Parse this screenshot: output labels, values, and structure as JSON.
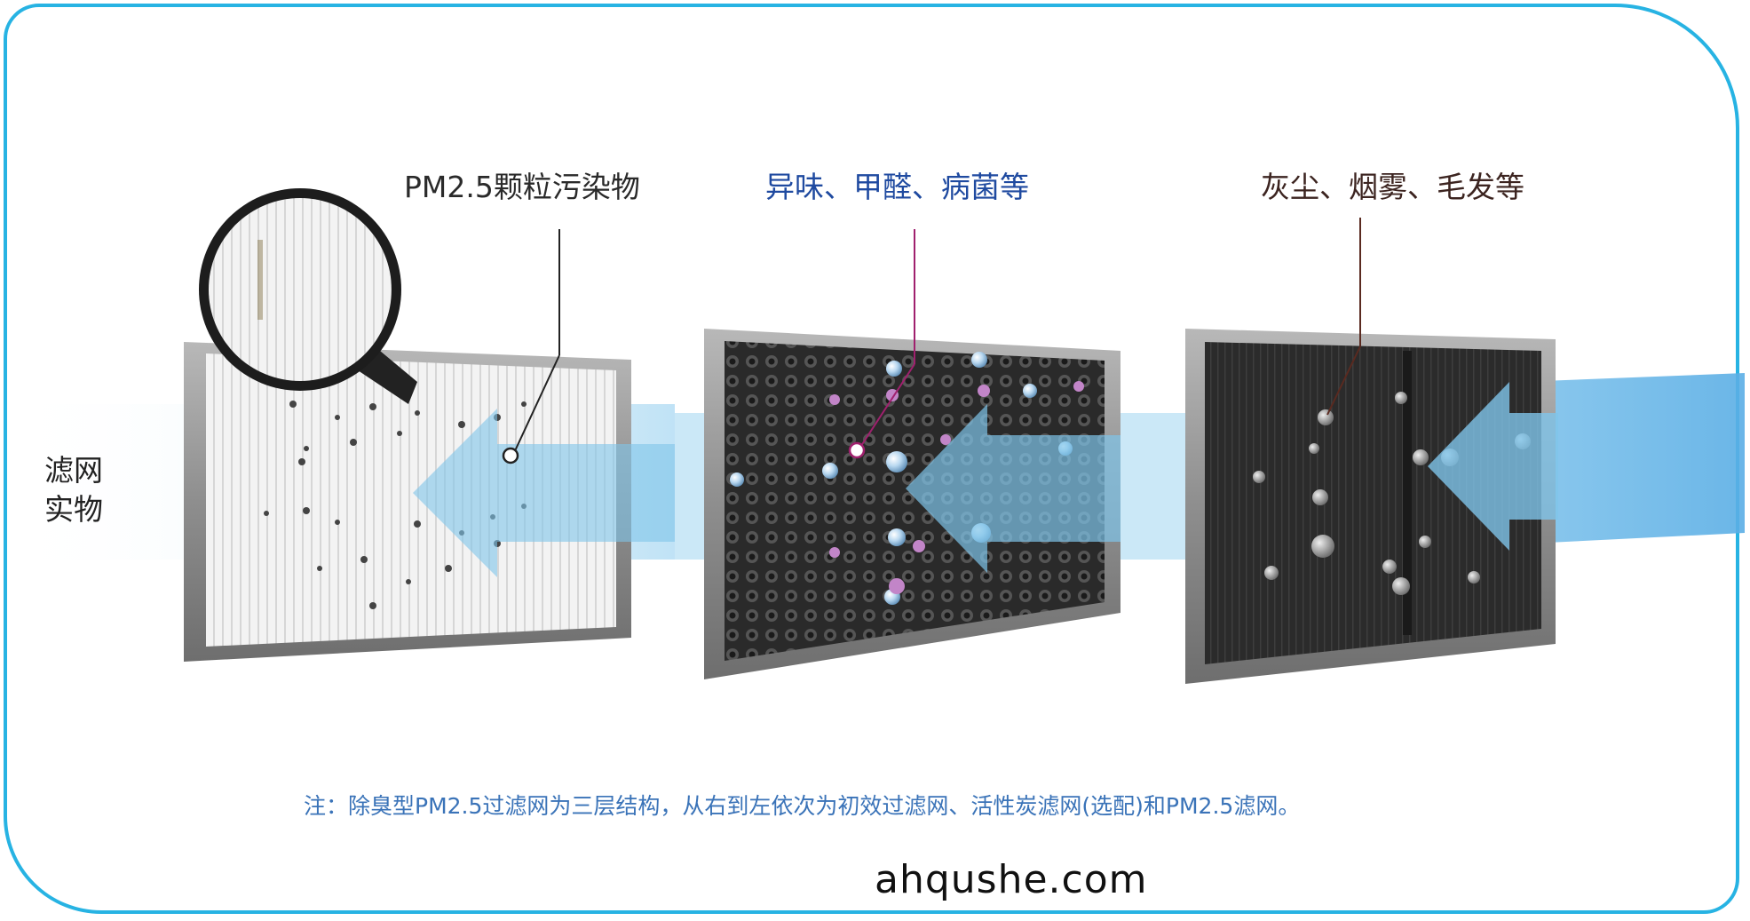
{
  "labels": {
    "pm25_layer": "PM2.5颗粒污染物",
    "carbon_layer": "异味、甲醛、病菌等",
    "primary_layer": "灰尘、烟雾、毛发等"
  },
  "side_label": {
    "line1": "滤网",
    "line2": "实物"
  },
  "note": "注：除臭型PM2.5过滤网为三层结构，从右到左依次为初效过滤网、活性炭滤网(选配)和PM2.5滤网。",
  "website": "ahqushe.com",
  "colors": {
    "border": "#27b3e3",
    "arrow": "#7fc4ea",
    "note_text": "#3a73b8",
    "carbon_label": "#1f4aa0",
    "carbon_leader": "#a0206e",
    "primary_leader": "#5a2a20"
  }
}
